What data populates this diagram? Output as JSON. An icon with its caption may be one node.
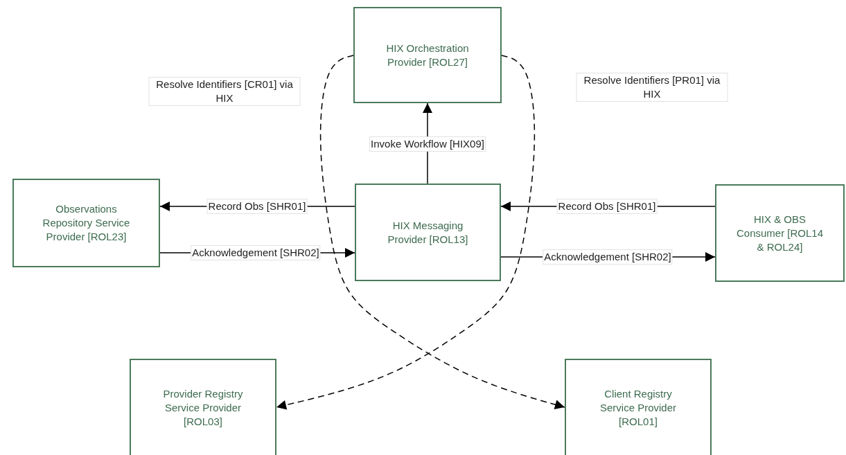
{
  "diagram": {
    "nodes": [
      {
        "text": [
          "HIX Orchestration Provider [ROL27]"
        ]
      },
      {
        "text": [
          "Observations Repository Service Provider [ROL23]"
        ]
      },
      {
        "text": [
          "HIX Messaging Provider [ROL13]"
        ]
      },
      {
        "text": [
          "HIX & OBS Consumer [ROL14 & ROL24]"
        ]
      },
      {
        "text": [
          "Provider Registry Service Provider [ROL03]"
        ]
      },
      {
        "text": [
          "Client Registry Service Provider [ROL01]"
        ]
      }
    ],
    "edges": [
      {
        "from": 2,
        "to": 0,
        "arrow": "to",
        "label": "Invoke Workflow [HIX09]"
      },
      {
        "from": 2,
        "to": 1,
        "arrow": "to",
        "label": "Record Obs [SHR01]"
      },
      {
        "from": 1,
        "to": 2,
        "arrow": "to",
        "label": "Acknowledgement [SHR02]"
      },
      {
        "from": 3,
        "to": 2,
        "arrow": "to",
        "label": "Record Obs [SHR01]"
      },
      {
        "from": 2,
        "to": 3,
        "arrow": "to",
        "label": "Acknowledgement [SHR02]"
      },
      {
        "from": 0,
        "to": 5,
        "arrow": "to",
        "style": "dashed",
        "label": "Resolve Identifiers [CR01] via HIX"
      },
      {
        "from": 0,
        "to": 4,
        "arrow": "to",
        "style": "dashed",
        "label": "Resolve Identifiers [PR01] via HIX"
      }
    ]
  }
}
